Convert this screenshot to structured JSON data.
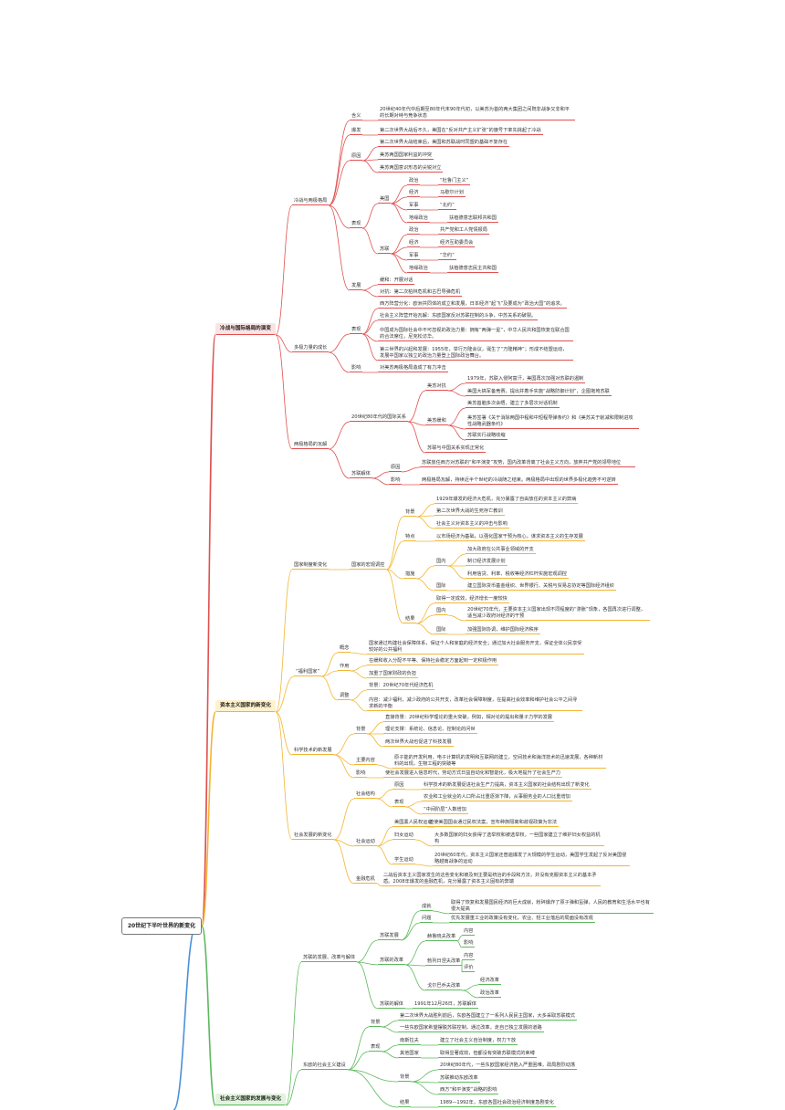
{
  "root": "20世纪下半叶世界的新变化",
  "colors": {
    "branch1": "#e05050",
    "branch2": "#f2b533",
    "branch3": "#5db85d",
    "branch4": "#4a90d9",
    "main_bg1": "#fce3e3",
    "main_bg2": "#fff1cc",
    "main_bg3": "#e1f3dc"
  },
  "main_topics": [
    "冷战与国际格局的演变",
    "资本主义国家的新变化",
    "社会主义国家的发展与变化"
  ],
  "nodes": [
    "冷战与两极格局",
    "含义",
    "20世纪40年代中后期至80年代末90年代初，以美苏为首的两大集团之间既非战争又非和平的长期对峙与竞争状态",
    "爆发",
    "第二次世界大战后不久，美国在“反对共产主义扩张”的旗号下率先挑起了冷战",
    "原因",
    "第二次世界大战结束后，美国和苏联战时同盟的基础不复存在",
    "美苏两国国家利益的冲突",
    "美苏两国意识形态的尖锐对立",
    "表现",
    "美国",
    "政治",
    "“杜鲁门主义”",
    "经济",
    "马歇尔计划",
    "军事",
    "“北约”",
    "地缘政治",
    "扶植德意志联邦共和国",
    "苏联",
    "政治",
    "共产党和工人党情报局",
    "经济",
    "经济互助委员会",
    "军事",
    "“华约”",
    "地缘政治",
    "扶植德意志民主共和国",
    "发展",
    "缓和：开展对话",
    "对抗：第二次柏林危机和古巴导弹危机",
    "多极力量的成长",
    "表现",
    "西方阵营分化：欧洲共同体的成立和发展，日本经济“起飞”及要成为“政治大国”的追求。",
    "社会主义阵营开始瓦解：东欧国家反对苏联控制的斗争，中苏关系的破裂。",
    "中国成为国际社会中不可忽视的政治力量：拥有“两弹一星”，中华人民共和国恢复在联合国的合法席位，尼克松访华。",
    "第三世界的兴起和发展：1955年，举行万隆会议，诞生了“万隆精神”；形成不结盟运动，发展中国家以独立的政治力量登上国际政治舞台。",
    "影响",
    "对美苏两极格局造成了有力冲击",
    "两极格局的瓦解",
    "20世纪80年代的国际关系",
    "美苏对抗",
    "1979年，苏联入侵阿富汗，美国再次加强对苏联的遏制",
    "美国大搞军备竞赛，提出并着手实施“战略防御计划”，企图拖垮苏联",
    "美苏缓和",
    "美苏首脑多次会晤，建立了多层次对话机制",
    "美苏签署《关于消除两国中程和中短程导弹条约》和《美苏关于削减和限制进攻性战略武器条约》",
    "苏联实行战略收缩",
    "苏联与中国关系实现正常化",
    "苏联解体",
    "原因",
    "苏联放任西方对苏联的“和平演变”攻势，国内改革背离了社会主义方向，放弃共产党的领导地位",
    "影响",
    "两极格局瓦解，持续近半个世纪的冷战随之结束。两极格局中出现的世界多极化趋势不可逆转",
    "国家制度新变化",
    "国家的宏观调控",
    "背景",
    "1929年爆发的经济大危机，充分暴露了自由放任的资本主义的弊病",
    "第二次世界大战的生死存亡教训",
    "社会主义对资本主义的冲击与影响",
    "特点",
    "以市场经济为基础，以强化国家干预为核心，谋求资本主义的生存发展",
    "措施",
    "国内",
    "加大政府在公共事业领域的开支",
    "制订经济发展计划",
    "利用信贷、利率、税收等经济杠杆实施宏观调控",
    "国际",
    "建立国际货币基金组织、世界银行、关税与贸易总协定等国际经济组织",
    "结果",
    "取得一定成效，经济增长一度较快",
    "国内",
    "20世纪70年代，主要资本主义国家出现不同程度的“滞胀”现象，各国再次进行调整，适当减少政府对经济的干预",
    "国际",
    "加强国际协调，维护国际经济秩序",
    "“福利国家”",
    "概念",
    "国家通过构建社会保障体系，保证个人和家庭的经济安全；通过加大社会服务开支，保证全体公民享受较好的公共福利",
    "作用",
    "在缓和收入分配不平等、保持社会稳定方面起到一定积极作用",
    "加重了国家财政的负担",
    "调整",
    "背景：20世纪70年代经济危机",
    "内容：减少福利，减少政府的公共开支，改革社会保障制度，在提高社会效率和维护社会公平之间寻求新的平衡",
    "科学技术的新发展",
    "背景",
    "直接背景：20世纪科学理论的重大突破，例如，相对论的提出和量子力学的发展",
    "理论支撑：系统论、信息论、控制论的问世",
    "两次世界大战也促进了科技发展",
    "主要内容",
    "原子能的开发利用，电子计算机的发明和互联网的建立，空间技术和海洋技术的迅速发展，各种新材料的出现，生物工程的突破等",
    "影响",
    "使社会发展进入信息时代，劳动方式日益自动化和智能化，极大地提升了社会生产力",
    "社会发展的新变化",
    "社会结构",
    "原因",
    "科学技术的新发展促进社会生产力提高，资本主义国家的社会结构出现了新变化",
    "表现",
    "农业和工业就业的人口所占比重逐渐下降，从事服务业的人口比重增加",
    "“中间阶层”人数增加",
    "社会运动",
    "美国黑人民权运动",
    "迫使美国国会通过民权法案，宣布种族隔离和歧视政策为非法",
    "妇女运动",
    "大多数国家的妇女获得了选举权和被选举权，一些国家建立了维护妇女权益的机构",
    "学生运动",
    "20世纪60年代，资本主义国家还普遍爆发了大规模的学生运动，美国学生发起了反对美国侵略越南战争的运动",
    "金融危机",
    "二战后资本主义国家发生的这些变化和被及到主要是统治的手段和方法，并没有克服资本主义的基本矛盾。2008年爆发的金融危机，充分暴露了资本主义固有的弊端",
    "苏联的发展、改革与解体",
    "苏联发展",
    "成就",
    "取得了恢复和发展国民经济的巨大成就，粉碎爆炸了原子弹和氢弹，人民的教育和生活水平也有很大提高",
    "问题",
    "优先发展重工业的政策没有变化，农业、轻工业落后的局面没有改观",
    "苏联的改革",
    "赫鲁晓夫改革",
    "内容",
    "影响",
    "勃列日涅夫改革",
    "内容",
    "评价",
    "戈尔巴乔夫改革",
    "经济改革",
    "政治改革",
    "苏联的解体",
    "1991年12月26日，苏联解体",
    "东欧的社会主义建设",
    "背景",
    "第二次世界大战胜利前后，东欧各国建立了一系列人民民主国家，大多采取苏联模式",
    "一些东欧国家希望摆脱苏联控制，通过改革，走自己独立发展的道路",
    "表现",
    "南斯拉夫",
    "建立了社会主义自治制度，权力下放",
    "其他国家",
    "取得显著成效，但都没有突破苏联模式的束缚",
    "背景",
    "20世纪80年代，一些东欧国家经济陷入严重困难，政局剧烈动荡",
    "苏联推动东欧改革",
    "西方“和平演变”战略的影响",
    "结果",
    "1989—1992年，东欧各国社会政治经济制度急剧变化"
  ]
}
